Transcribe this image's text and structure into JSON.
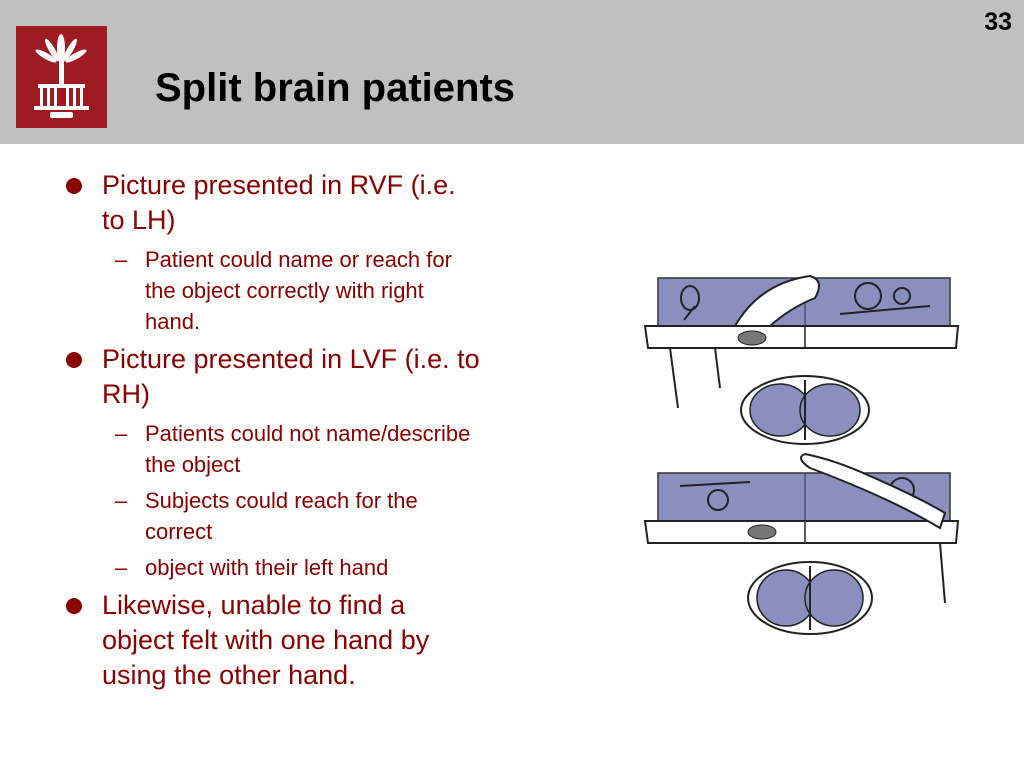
{
  "slide": {
    "number": "33",
    "title": "Split brain patients",
    "accent_color": "#8b0000",
    "logo_color": "#9e1b22"
  },
  "bullets": [
    {
      "text": "Picture presented in RVF (i.e. to LH)",
      "subs": [
        "Patient could name or reach for the object correctly with right hand."
      ]
    },
    {
      "text": "Picture presented in LVF (i.e. to RH)",
      "subs": [
        "Patients could not name/describe the object",
        "Subjects could reach for the correct",
        "object with their left hand"
      ]
    },
    {
      "text": "Likewise, unable to find a object felt with one hand by using the other hand.",
      "subs": []
    }
  ],
  "dash_glyph": "–"
}
